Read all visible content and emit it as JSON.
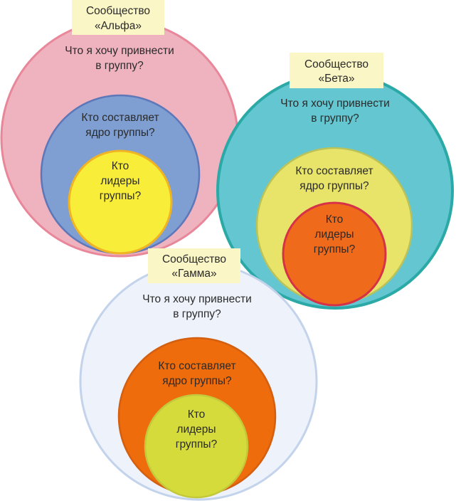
{
  "communities": [
    {
      "name_line1": "Сообщество",
      "name_line2": "«Альфа»",
      "outer_line1": "Что я хочу привнести",
      "outer_line2": "в группу?",
      "middle_line1": "Кто составляет",
      "middle_line2": "ядро группы?",
      "inner_line1": "Кто",
      "inner_line2": "лидеры",
      "inner_line3": "группы?",
      "colors": {
        "outer_fill": "#efb3bf",
        "outer_stroke": "#e8879a",
        "middle_fill": "#7f9fd2",
        "middle_stroke": "#5d77b8",
        "inner_fill": "#f8ee3a",
        "inner_stroke": "#f0b323"
      }
    },
    {
      "name_line1": "Сообщество",
      "name_line2": "«Бета»",
      "outer_line1": "Что я хочу привнести",
      "outer_line2": "в группу?",
      "middle_line1": "Кто составляет",
      "middle_line2": "ядро группы?",
      "inner_line1": "Кто",
      "inner_line2": "лидеры",
      "inner_line3": "группы?",
      "colors": {
        "outer_fill": "#63c6d0",
        "outer_stroke": "#2aa9a6",
        "middle_fill": "#e8e46a",
        "middle_stroke": "#b9c35a",
        "inner_fill": "#f06a1b",
        "inner_stroke": "#d63247"
      }
    },
    {
      "name_line1": "Сообщество",
      "name_line2": "«Гамма»",
      "outer_line1": "Что я хочу привнести",
      "outer_line2": "в группу?",
      "middle_line1": "Кто составляет",
      "middle_line2": "ядро группы?",
      "inner_line1": "Кто",
      "inner_line2": "лидеры",
      "inner_line3": "группы?",
      "colors": {
        "outer_fill": "#eef2fa",
        "outer_stroke": "#c3d3ec",
        "middle_fill": "#ee6c0b",
        "middle_stroke": "#d35f10",
        "inner_fill": "#d4db3a",
        "inner_stroke": "#c3c93a"
      }
    }
  ],
  "tag_color": "#fbf6c6"
}
